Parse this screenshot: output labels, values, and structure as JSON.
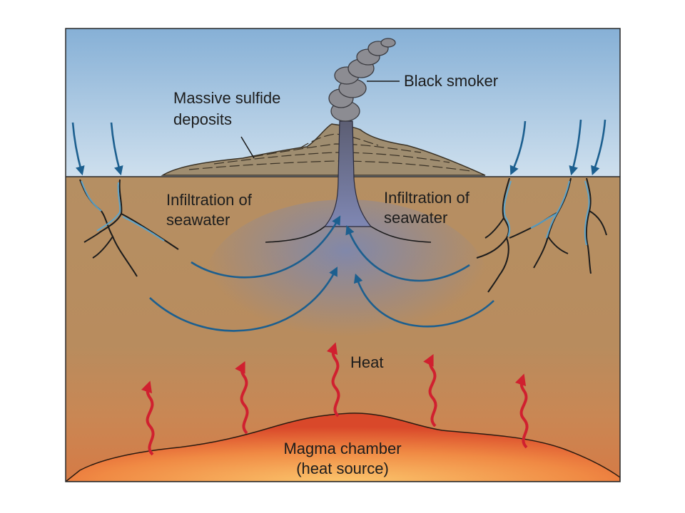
{
  "labels": {
    "black_smoker": "Black smoker",
    "massive_sulfide_line1": "Massive sulfide",
    "massive_sulfide_line2": "deposits",
    "infiltration_left_line1": "Infiltration of",
    "infiltration_left_line2": "seawater",
    "infiltration_right_line1": "Infiltration of",
    "infiltration_right_line2": "seawater",
    "heat": "Heat",
    "magma_line1": "Magma chamber",
    "magma_line2": "(heat source)"
  },
  "colors": {
    "ocean_top": "#8fb6d8",
    "ocean_bottom": "#c8dcec",
    "crust": "#b38d62",
    "crust_warm": "#c98a55",
    "magma_edge": "#dd5b2a",
    "magma_core": "#f8b25c",
    "seawater_arrow": "#1c5f8f",
    "heat_arrow": "#d0202f",
    "smoke": "#8a8a90",
    "deposit": "#9e8a6c"
  }
}
